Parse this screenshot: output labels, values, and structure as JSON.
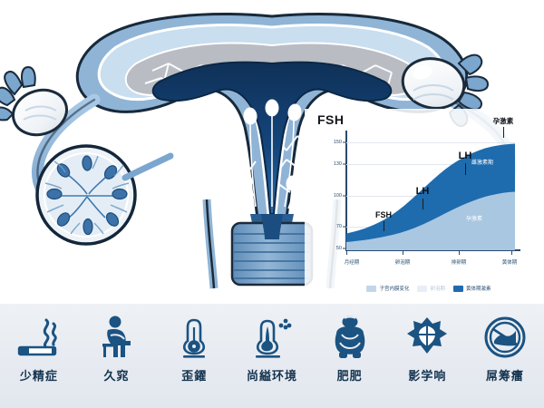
{
  "anatomy": {
    "name": "female-reproductive-system-cross-section",
    "colors": {
      "outline": "#1b2b3c",
      "serosa": "#8fb4d6",
      "myometrium_light": "#c5dcf0",
      "endometrium_gray": "#b9bcc2",
      "cavity_dark": "#123a63",
      "cavity_mid": "#1f5b93",
      "ovary_fill": "#f2f5f8",
      "sperm_white": "#ffffff",
      "sperm_blue": "#3c72a8"
    },
    "parts": [
      "uterus-body",
      "uterine-cavity",
      "endometrium",
      "myometrium",
      "left-fallopian-tube",
      "right-fallopian-tube",
      "left-ovary",
      "right-ovary",
      "fimbriae",
      "cervix",
      "cervical-canal",
      "sperm-cells",
      "ovary-magnifier-inset"
    ]
  },
  "chart": {
    "title": "FSH",
    "annotations": [
      {
        "label": "FSH",
        "size": "small"
      },
      {
        "label": "LH",
        "size": "large"
      },
      {
        "label": "LH",
        "size": "large"
      }
    ],
    "peak_label": "孕激素",
    "band_labels": {
      "upper": "雌激素期",
      "lower": "孕激素"
    },
    "legend": [
      {
        "label": "子宫内膜变化",
        "color": "#c3d6e9"
      },
      {
        "label": "卵泡期",
        "color": "#e8eef5"
      },
      {
        "label": "黄体期激素",
        "color": "#1e6cae"
      }
    ]
  },
  "chart_data": {
    "type": "area",
    "title": "FSH",
    "xlabel": "",
    "ylabel": "",
    "stacked": true,
    "grid": true,
    "legend_position": "bottom",
    "categories": [
      "月经期",
      "卵泡期",
      "排卵期",
      "黄体期"
    ],
    "x": [
      0,
      33.3,
      66.6,
      100
    ],
    "ylim": [
      50,
      160
    ],
    "yticks": [
      50,
      70,
      100,
      130,
      150
    ],
    "ytick_labels": [
      "50",
      "70",
      "100",
      "130",
      "150"
    ],
    "series": [
      {
        "name": "孕激素",
        "color": "#aac7e2",
        "values": [
          58,
          66,
          84,
          100
        ]
      },
      {
        "name": "黄体期激素",
        "color": "#1e6cae",
        "values": [
          66,
          80,
          122,
          149
        ]
      }
    ],
    "curve_upper": [
      66,
      68,
      72,
      78,
      86,
      98,
      112,
      124,
      134,
      141,
      146,
      149
    ],
    "curve_lower": [
      58,
      59,
      61,
      63,
      66,
      71,
      77,
      84,
      90,
      95,
      98,
      100
    ],
    "annotation_points": [
      {
        "label": "FSH",
        "x_pct": 22,
        "y_val": 74
      },
      {
        "label": "LH",
        "x_pct": 45,
        "y_val": 95
      },
      {
        "label": "LH",
        "x_pct": 70,
        "y_val": 128
      },
      {
        "label": "孕激素",
        "x_pct": 95,
        "y_val": 150
      }
    ]
  },
  "factors": {
    "items": [
      {
        "icon": "cigarette-icon",
        "label": "少精症"
      },
      {
        "icon": "sitting-person-icon",
        "label": "久窕"
      },
      {
        "icon": "thermometer-icon",
        "label": "歪鑃"
      },
      {
        "icon": "thermometer-heat-icon",
        "label": "尚縊环境"
      },
      {
        "icon": "obese-person-icon",
        "label": "肥肥"
      },
      {
        "icon": "radiation-shield-icon",
        "label": "影学响"
      },
      {
        "icon": "no-entry-icon",
        "label": "屌筹癗"
      }
    ],
    "icon_color": "#1b5382",
    "label_color": "#15344f",
    "background": "#e7ebf1"
  }
}
